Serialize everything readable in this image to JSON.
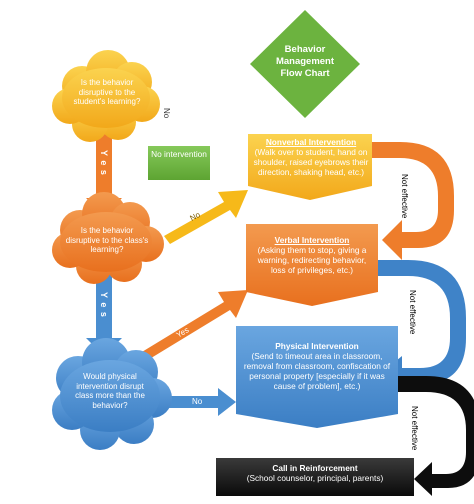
{
  "colors": {
    "yellow": "#f6b919",
    "green": "#6cb33f",
    "orange": "#ee7d2b",
    "blue": "#4a8ed0",
    "black": "#111111"
  },
  "title": {
    "line1": "Behavior",
    "line2": "Management",
    "line3": "Flow Chart"
  },
  "q1": {
    "text": "Is the behavior disruptive to the student's learning?"
  },
  "q2": {
    "text": "Is the behavior disruptive to the class's learning?"
  },
  "q3": {
    "text": "Would physical intervention disrupt class more than the behavior?"
  },
  "no_intervention": {
    "text": "No intervention"
  },
  "nonverbal": {
    "title": "Nonverbal Intervention",
    "body": "(Walk over to student, hand on shoulder, raised eyebrows their direction, shaking head, etc.)"
  },
  "verbal": {
    "title": "Verbal Intervention",
    "body": "(Asking them to stop, giving a warning, redirecting behavior, loss of privileges, etc.)"
  },
  "physical": {
    "title": "Physical Intervention",
    "body": "(Send to timeout area in classroom, removal from classroom, confiscation of personal property [especially if it was cause of problem], etc.)"
  },
  "reinforcement": {
    "title": "Call in Reinforcement",
    "body": "(School counselor, principal, parents)"
  },
  "arrows": {
    "yes": "Y e s",
    "yes_diag": "Yes",
    "no": "No",
    "not_effective": "Not effective"
  }
}
